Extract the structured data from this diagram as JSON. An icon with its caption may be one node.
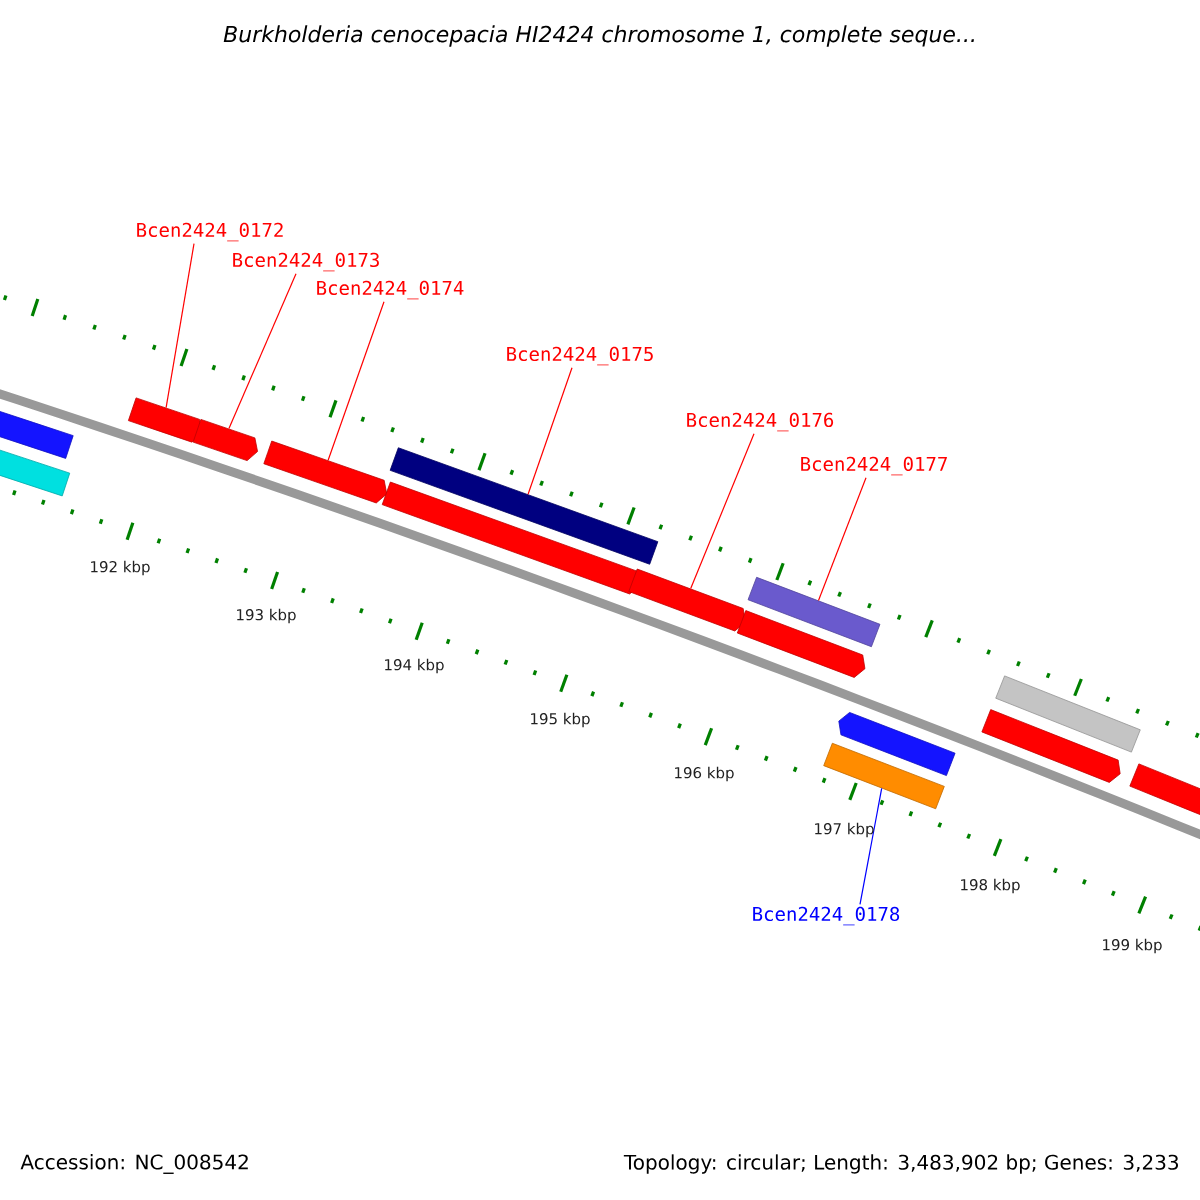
{
  "diagram": {
    "title": "Burkholderia cenocepacia HI2424 chromosome 1, complete seque...",
    "nodes": [
      {
        "text": [
          "Bcen2424_0172"
        ]
      },
      {
        "text": [
          "Bcen2424_0173"
        ]
      },
      {
        "text": [
          "Bcen2424_0174"
        ]
      },
      {
        "text": [
          "Bcen2424_0175"
        ]
      },
      {
        "text": [
          "Bcen2424_0176"
        ]
      },
      {
        "text": [
          "Bcen2424_0177"
        ]
      },
      {
        "text": [
          "Bcen2424_0178"
        ]
      },
      {
        "text": [],
        "shape": "arrow"
      },
      {
        "text": [],
        "shape": "bar"
      },
      {
        "text": [],
        "shape": "arrow"
      },
      {
        "text": [],
        "shape": "arrow"
      },
      {
        "text": [],
        "shape": "arrow"
      },
      {
        "text": [],
        "shape": "bar"
      },
      {
        "text": [],
        "shape": "arrow"
      },
      {
        "text": [],
        "shape": "arrow"
      },
      {
        "text": [],
        "shape": "bar"
      },
      {
        "text": [],
        "shape": "arrow"
      },
      {
        "text": [],
        "shape": "arrow"
      },
      {
        "text": [],
        "shape": "bar"
      },
      {
        "text": [],
        "shape": "bar"
      },
      {
        "text": [],
        "shape": "arrow"
      },
      {
        "text": [],
        "shape": "arrow"
      }
    ],
    "edges": [
      {
        "from": 0,
        "to": 9,
        "arrow": "none"
      },
      {
        "from": 1,
        "to": 10,
        "arrow": "none"
      },
      {
        "from": 2,
        "to": 11,
        "arrow": "none"
      },
      {
        "from": 3,
        "to": 12,
        "arrow": "none"
      },
      {
        "from": 4,
        "to": 14,
        "arrow": "none"
      },
      {
        "from": 5,
        "to": 15,
        "arrow": "none"
      },
      {
        "from": 6,
        "to": 18,
        "arrow": "none",
        "color": "#0000ff"
      }
    ],
    "labels": [
      "192 kbp",
      "193 kbp",
      "194 kbp",
      "195 kbp",
      "196 kbp",
      "197 kbp",
      "198 kbp",
      "199 kbp",
      "Accession: NC_008542",
      "Topology: circular; Length: 3,483,902 bp; Genes: 3,233"
    ]
  }
}
